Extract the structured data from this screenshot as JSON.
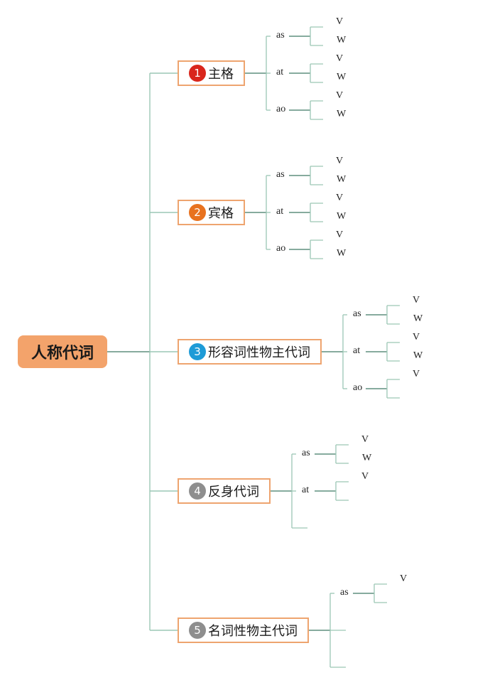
{
  "root": {
    "label": "人称代词"
  },
  "categories": [
    {
      "number": "1",
      "label": "主格",
      "badge_color": "#d9261c",
      "subs": [
        {
          "label": "as",
          "leaves": [
            "V",
            "W"
          ]
        },
        {
          "label": "at",
          "leaves": [
            "V",
            "W"
          ]
        },
        {
          "label": "ao",
          "leaves": [
            "V",
            "W"
          ]
        }
      ]
    },
    {
      "number": "2",
      "label": "宾格",
      "badge_color": "#e8721f",
      "subs": [
        {
          "label": "as",
          "leaves": [
            "V",
            "W"
          ]
        },
        {
          "label": "at",
          "leaves": [
            "V",
            "W"
          ]
        },
        {
          "label": "ao",
          "leaves": [
            "V",
            "W"
          ]
        }
      ]
    },
    {
      "number": "3",
      "label": "形容词性物主代词",
      "badge_color": "#1e9bd7",
      "subs": [
        {
          "label": "as",
          "leaves": [
            "V",
            "W"
          ]
        },
        {
          "label": "at",
          "leaves": [
            "V",
            "W"
          ]
        },
        {
          "label": "ao",
          "leaves": [
            "V",
            ""
          ]
        }
      ]
    },
    {
      "number": "4",
      "label": "反身代词",
      "badge_color": "#8e8e8e",
      "subs": [
        {
          "label": "as",
          "leaves": [
            "V",
            "W"
          ]
        },
        {
          "label": "at",
          "leaves": [
            "V",
            ""
          ]
        },
        {
          "label": "",
          "leaves": []
        }
      ]
    },
    {
      "number": "5",
      "label": "名词性物主代词",
      "badge_color": "#8e8e8e",
      "subs": [
        {
          "label": "as",
          "leaves": [
            "V",
            ""
          ]
        },
        {
          "label": "",
          "leaves": []
        },
        {
          "label": "",
          "leaves": []
        }
      ]
    }
  ],
  "colors": {
    "line": "#9cc7b5",
    "line_dark": "#5e8f7f",
    "box_border": "#eea46f",
    "root_fill": "#f3a36b"
  }
}
